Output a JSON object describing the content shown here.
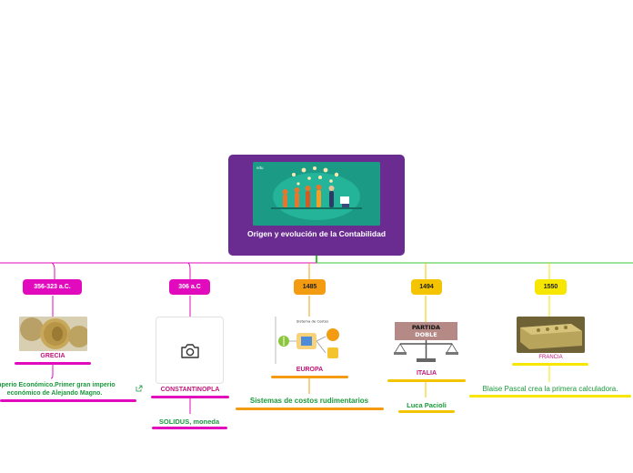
{
  "root": {
    "title": "Origen y evolución de la Contabilidad"
  },
  "branches": [
    {
      "date": "356-323 a.C.",
      "place": "GRECIA",
      "note": "Imperio Económico.Primer gran imperio económico de Alejando Magno.",
      "color": "#e10bbd"
    },
    {
      "date": "306 a.C",
      "place": "CONSTANTINOPLA",
      "note": "SOLIDUS, moneda",
      "color": "#e10bbd"
    },
    {
      "date": "1485",
      "place": "EUROPA",
      "note": "Sistemas de costos rudimentarios",
      "image_caption": "Sistema de Costos",
      "color": "#f39c12"
    },
    {
      "date": "1494",
      "place": "ITALIA",
      "note": "Luca Pacioli",
      "image_caption": "PARTIDA DOBLE",
      "color": "#f5c400"
    },
    {
      "date": "1550",
      "place": "FRANCIA",
      "note": "Blaise Pascal crea la primera calculadora.",
      "color": "#f7e600"
    }
  ],
  "colors": {
    "root_bg": "#6a2c91",
    "text_green": "#1a9a3c",
    "text_magenta": "#c0147a",
    "link_line": "#38c430"
  },
  "icons": [
    "camera-icon",
    "external-link-icon"
  ]
}
